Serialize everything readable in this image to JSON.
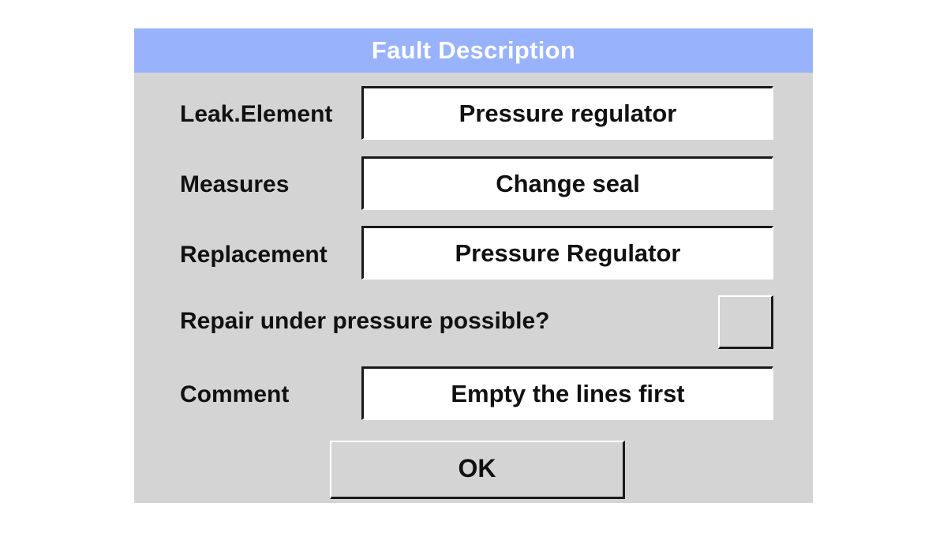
{
  "dialog": {
    "title": "Fault Description",
    "title_bar_color": "#98b2fb",
    "background_color": "#d4d4d4"
  },
  "fields": {
    "leak_element": {
      "label": "Leak.Element",
      "value": "Pressure regulator"
    },
    "measures": {
      "label": "Measures",
      "value": "Change seal"
    },
    "replacement": {
      "label": "Replacement",
      "value": "Pressure Regulator"
    },
    "repair_under_pressure": {
      "label": "Repair under pressure possible?",
      "checked": false
    },
    "comment": {
      "label": "Comment",
      "value": "Empty the lines first"
    }
  },
  "buttons": {
    "ok_label": "OK"
  }
}
